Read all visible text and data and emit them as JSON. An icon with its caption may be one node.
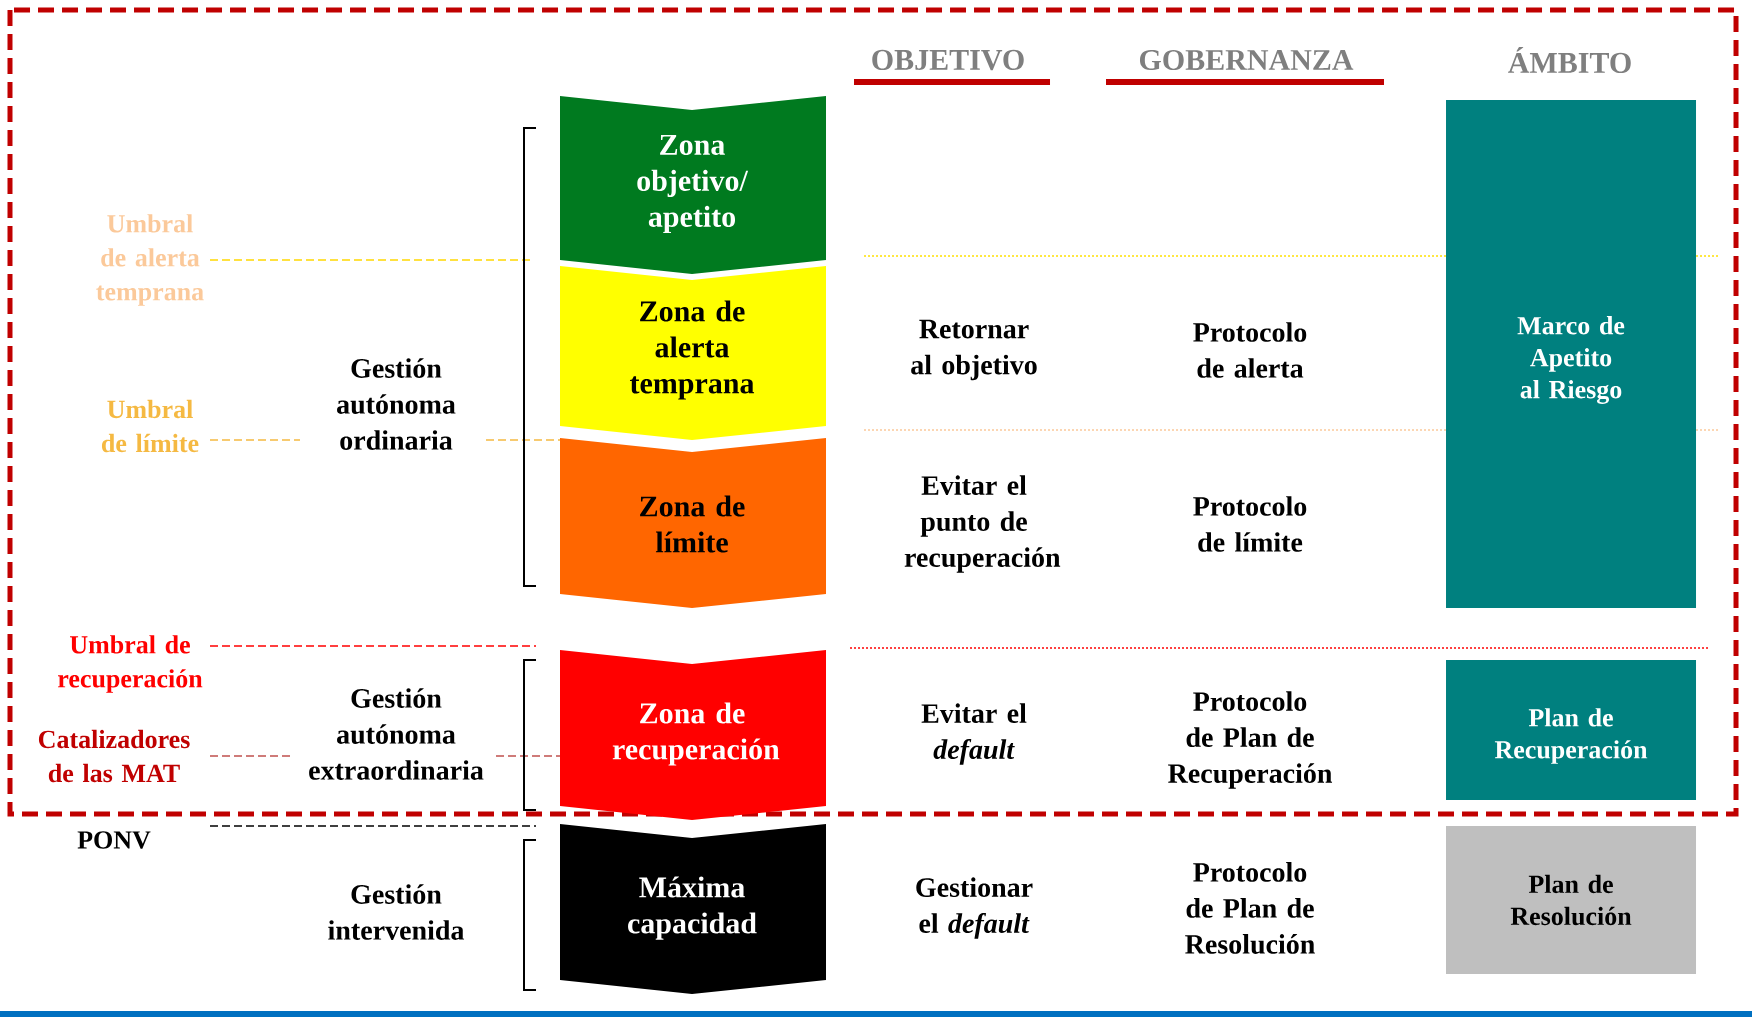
{
  "diagram": {
    "nodes": [
      {
        "text": [
          "Zona objetivo/ apetito"
        ]
      },
      {
        "text": [
          "Zona de alerta temprana"
        ]
      },
      {
        "text": [
          "Zona de límite"
        ]
      },
      {
        "text": [
          "Zona de recuperación"
        ]
      },
      {
        "text": [
          "Máxima capacidad"
        ]
      },
      {
        "text": [
          "Marco de Apetito al Riesgo"
        ]
      },
      {
        "text": [
          "Plan de Recuperación"
        ]
      },
      {
        "text": [
          "Plan de Resolución"
        ]
      }
    ],
    "labels": [
      "OBJETIVO",
      "GOBERNANZA",
      "ÁMBITO",
      "Umbral de alerta temprana",
      "Retornar al objetivo",
      "Protocolo de alerta",
      "Umbral de límite",
      "Gestión autónoma ordinaria",
      "Evitar el punto de recuperación",
      "Protocolo de límite",
      "Umbral de recuperación",
      "Catalizadores de las MAT",
      "Gestión autónoma extraordinaria",
      "Evitar el *default*",
      "Protocolo de Plan de Recuperación",
      "PONV",
      "Gestión intervenida",
      "Gestionar el *default*",
      "Protocolo de Plan de Resolución"
    ]
  }
}
